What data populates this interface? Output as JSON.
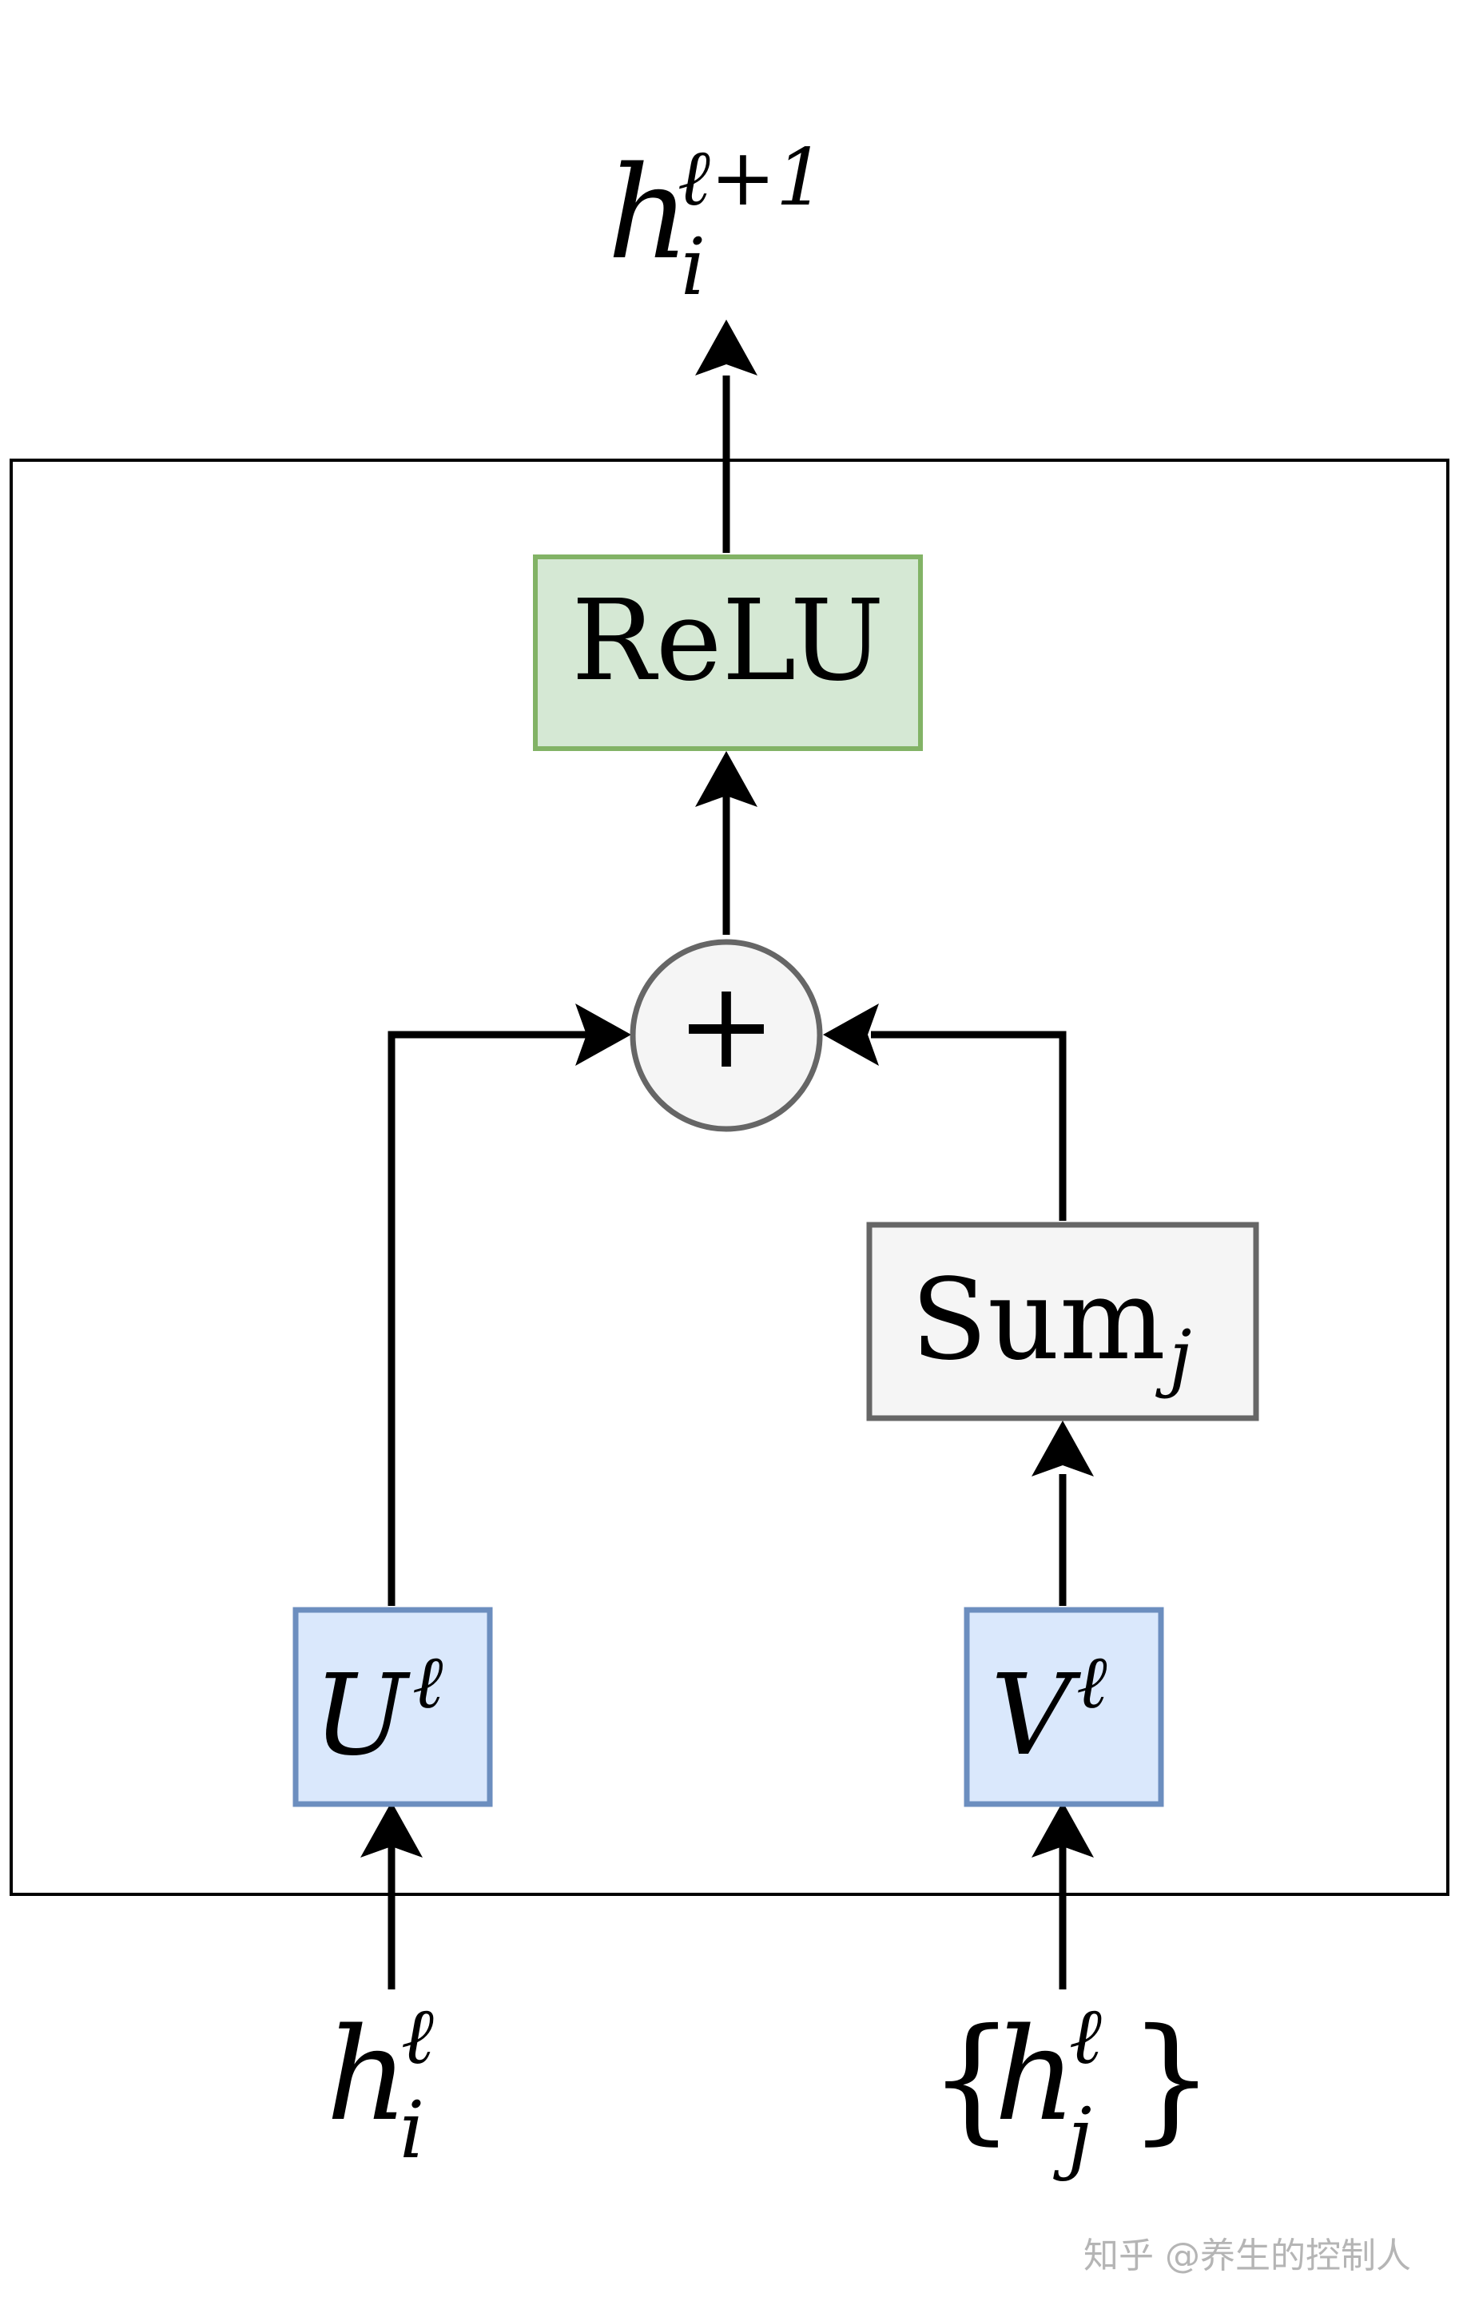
{
  "diagram": {
    "output_label": {
      "base": "h",
      "sub": "i",
      "sup": "ℓ+1"
    },
    "relu_label": "ReLU",
    "plus_label": "+",
    "sum_label": {
      "base": "Sum",
      "sub": "j"
    },
    "u_label": {
      "base": "U",
      "sup": "ℓ"
    },
    "v_label": {
      "base": "V",
      "sup": "ℓ"
    },
    "input_left": {
      "base": "h",
      "sub": "i",
      "sup": "ℓ"
    },
    "input_right": {
      "open": "{",
      "base": "h",
      "sub": "j",
      "sup": "ℓ",
      "close": "}"
    }
  },
  "colors": {
    "relu_fill": "#d5e8d4",
    "relu_stroke": "#82b366",
    "uv_fill": "#dae8fc",
    "uv_stroke": "#6c8ebf",
    "gray_fill": "#f5f5f5",
    "gray_stroke": "#666666"
  },
  "watermark": "知乎 @养生的控制人"
}
